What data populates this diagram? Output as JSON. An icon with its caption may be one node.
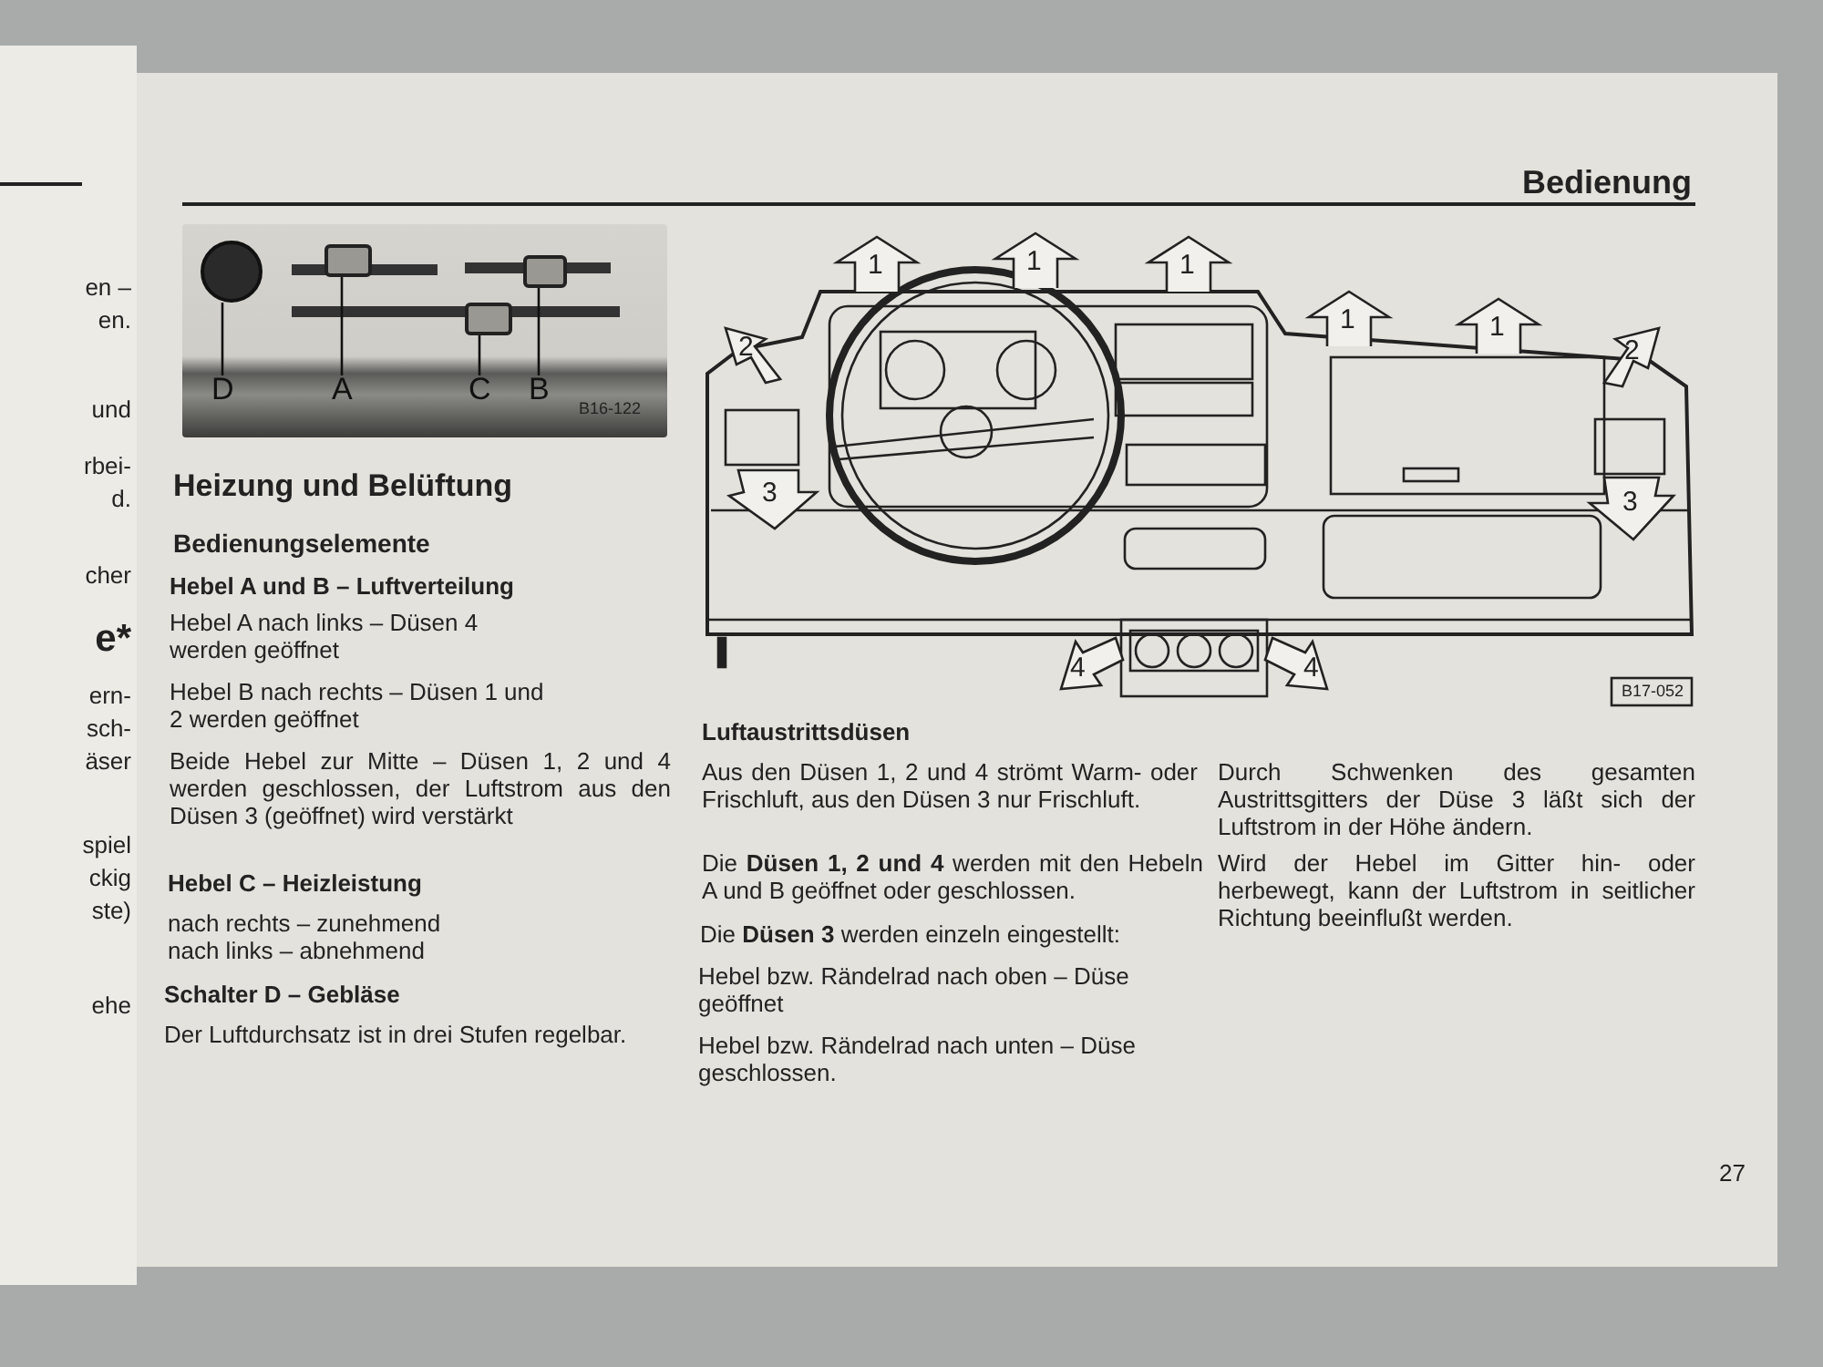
{
  "diagram": {
    "title": "Bedienung",
    "nodes": [
      {
        "text": [
          "D"
        ]
      },
      {
        "text": [
          "A"
        ]
      },
      {
        "text": [
          "C"
        ]
      },
      {
        "text": [
          "B"
        ]
      },
      {
        "text": [],
        "shape": "circle"
      },
      {
        "text": [],
        "shape": "box"
      },
      {
        "text": [],
        "shape": "box"
      },
      {
        "text": [],
        "shape": "box"
      }
    ],
    "edges": [
      {
        "from": 0,
        "to": 4,
        "arrow": "none"
      },
      {
        "from": 1,
        "to": 5,
        "arrow": "none"
      },
      {
        "from": 2,
        "to": 6,
        "arrow": "none"
      },
      {
        "from": 3,
        "to": 7,
        "arrow": "none"
      }
    ],
    "labels": [
      "en –",
      "en.",
      "und",
      "rbei-",
      "d.",
      "cher",
      "e*",
      "ern-",
      "sch-",
      "äser",
      "spiel",
      "ckig",
      "ste)",
      "ehe",
      "B16-122",
      "1",
      "1",
      "1",
      "2",
      "1",
      "1",
      "2",
      "3",
      "3",
      "4",
      "4",
      "B17-052",
      "Heizung und Belüftung",
      "Bedienungselemente",
      "Hebel A und B – Luftverteilung",
      "Hebel A nach links – Düsen 4 werden geöffnet",
      "Hebel B nach rechts – Düsen 1 und 2 werden geöffnet",
      "Beide Hebel zur Mitte – Düsen 1, 2 und 4 werden geschlossen, der Luftstrom aus den Düsen 3 (geöffnet) wird verstärkt",
      "Hebel C – Heizleistung",
      "nach rechts – zunehmend",
      "nach links – abnehmend",
      "Schalter D – Gebläse",
      "Der Luftdurchsatz ist in drei Stufen regelbar.",
      "Luftaustrittsdüsen",
      "Aus den Düsen 1, 2 und 4 strömt Warm- oder Frischluft, aus den Düsen 3 nur Frischluft.",
      "Die **Düsen 1, 2 und 4** werden mit den Hebeln A und B geöffnet oder geschlossen.",
      "Die **Düsen 3** werden einzeln eingestellt:",
      "Hebel bzw. Rändelrad nach oben – Düse geöffnet",
      "Hebel bzw. Rändelrad nach unten – Düse geschlossen.",
      "Durch Schwenken des gesamten Austrittsgitters der Düse 3 läßt sich der Luftstrom in der Höhe ändern.",
      "Wird der Hebel im Gitter hin- oder herbewegt, kann der Luftstrom in seitlicher Richtung beeinflußt werden.",
      "27"
    ]
  }
}
